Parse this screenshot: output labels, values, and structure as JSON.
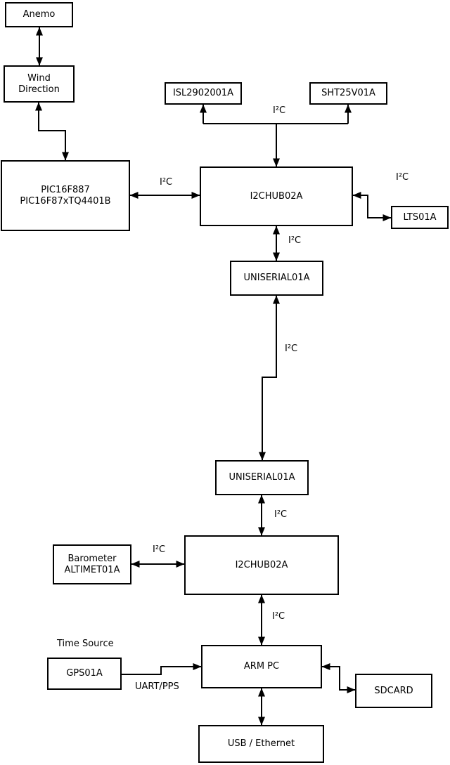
{
  "diagram": {
    "background_color": "#ffffff",
    "line_color": "#000000",
    "box_border_color": "#000000"
  },
  "boxes": {
    "anemo": {
      "label": "Anemo"
    },
    "wind_direction": {
      "label": "Wind\nDirection"
    },
    "pic": {
      "label": "PIC16F887\nPIC16F87xTQ4401B"
    },
    "isl": {
      "label": "ISL2902001A"
    },
    "sht": {
      "label": "SHT25V01A"
    },
    "i2chub_top": {
      "label": "I2CHUB02A"
    },
    "lts": {
      "label": "LTS01A"
    },
    "uniserial_top": {
      "label": "UNISERIAL01A"
    },
    "uniserial_bottom": {
      "label": "UNISERIAL01A"
    },
    "i2chub_bottom": {
      "label": "I2CHUB02A"
    },
    "barometer": {
      "label": "Barometer\nALTIMET01A"
    },
    "gps": {
      "label": "GPS01A"
    },
    "arm_pc": {
      "label": "ARM PC"
    },
    "sdcard": {
      "label": "SDCARD"
    },
    "usb_ethernet": {
      "label": "USB / Ethernet"
    }
  },
  "edge_labels": {
    "pic_hub": "I²C",
    "hub_sensors": "I²C",
    "hub_lts": "I²C",
    "hub_uniserial": "I²C",
    "uniserial_link": "I²C",
    "uniserial_hub2": "I²C",
    "barometer_hub2": "I²C",
    "hub2_arm": "I²C",
    "gps_arm": "UART/PPS",
    "time_source": "Time Source"
  }
}
